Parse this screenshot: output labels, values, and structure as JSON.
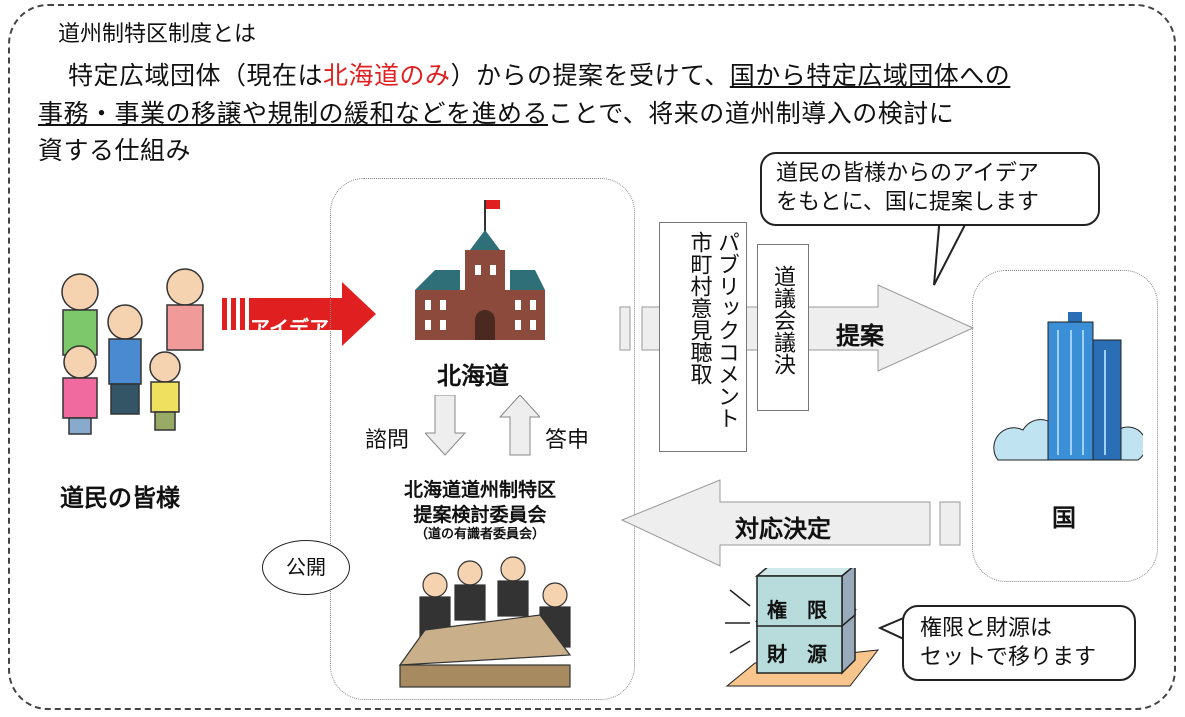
{
  "heading": "道州制特区制度とは",
  "description": {
    "l1_a": "特定広域団体（現在は",
    "l1_red": "北海道のみ",
    "l1_b": "）からの提案を受けて、",
    "l1_u": "国から特定広域団体への",
    "l2_u": "事務・事業の移譲や規制の緩和などを進める",
    "l2_b": "ことで、将来の道州制導入の検討に",
    "l3": "資する仕組み"
  },
  "citizens": {
    "label": "道民の皆様",
    "arrow_label": "アイデア"
  },
  "hokkaido": {
    "label": "北海道",
    "consult": "諮問",
    "report": "答申"
  },
  "committee": {
    "line1": "北海道道州制特区",
    "line2": "提案検討委員会",
    "line3": "（道の有識者委員会）",
    "public": "公開"
  },
  "process": {
    "public_comment": "パブリックコメント",
    "municipal": "市町村意見聴取",
    "assembly": "道議会議決",
    "proposal": "提案",
    "decision": "対応決定"
  },
  "bubble_top": {
    "line1": "道民の皆様からのアイデア",
    "line2": "をもとに、国に提案します"
  },
  "country": {
    "label": "国"
  },
  "blocks": {
    "authority": "権　限",
    "finance": "財　源"
  },
  "bubble_bottom": {
    "line1": "権限と財源は",
    "line2": "セットで移ります"
  },
  "colors": {
    "red": "#e02020",
    "block": "#b8dcdc",
    "base": "#f8c58c",
    "building": "#3a8fd6",
    "castle": "#8b4a3c",
    "roof": "#2f6f78"
  }
}
